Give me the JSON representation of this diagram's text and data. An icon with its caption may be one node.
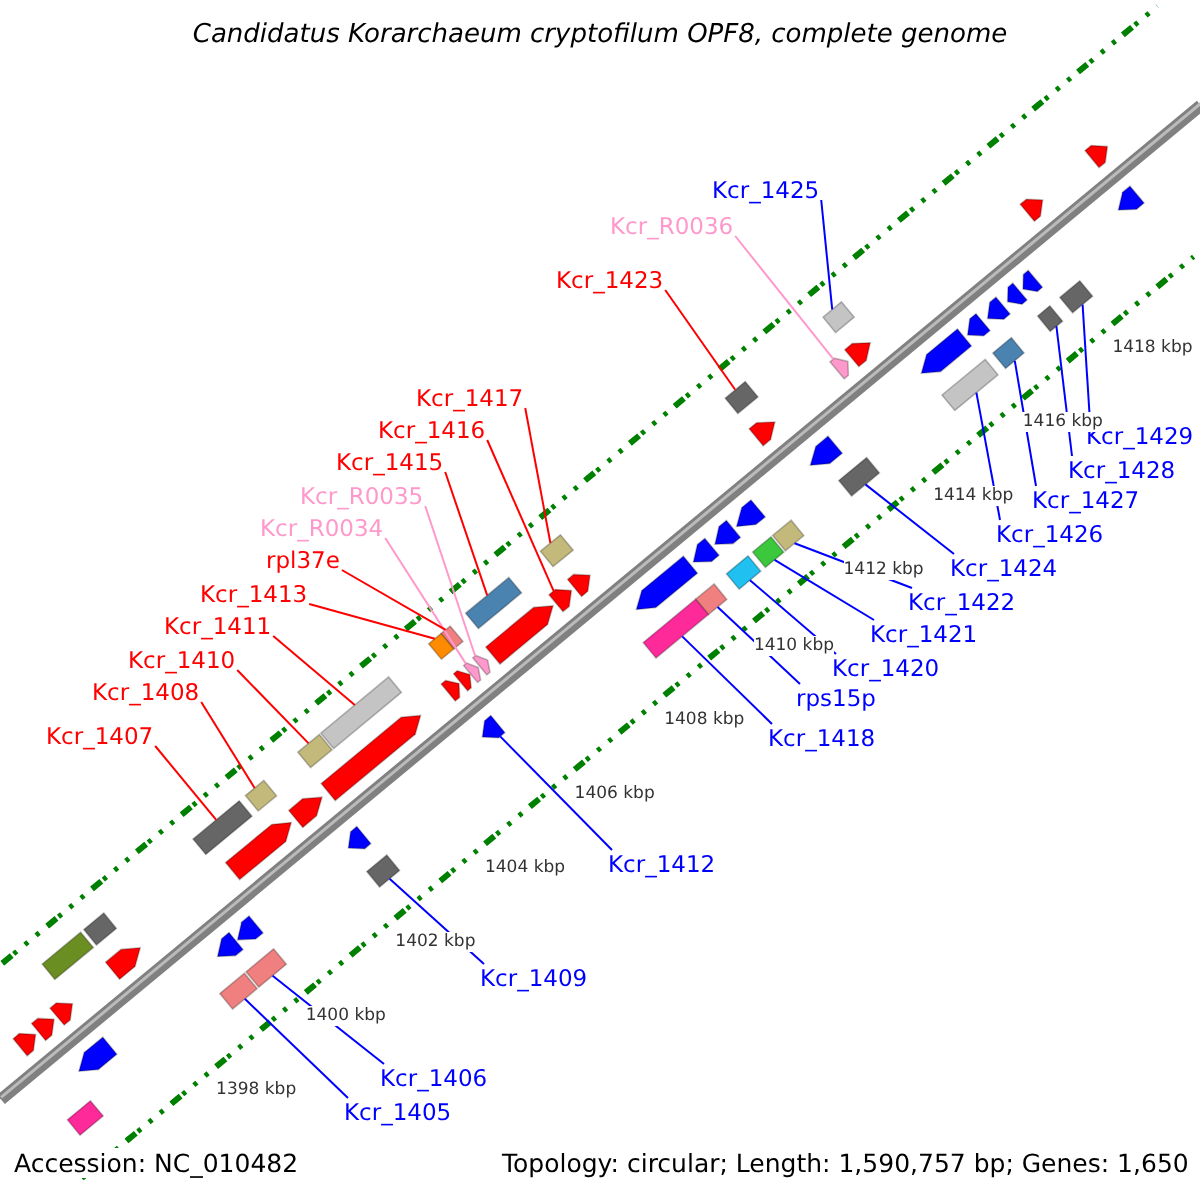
{
  "diagram": {
    "title": "Candidatus Korarchaeum cryptofilum OPF8, complete genome",
    "nodes": [
      {
        "text": [
          "Kcr_1425"
        ]
      },
      {
        "text": [],
        "shape": "box"
      },
      {
        "text": [
          "Kcr_R0036"
        ]
      },
      {
        "text": [],
        "shape": "arrow"
      },
      {
        "text": [
          "Kcr_1423"
        ]
      },
      {
        "text": [],
        "shape": "box"
      },
      {
        "text": [
          "Kcr_1417"
        ]
      },
      {
        "text": [],
        "shape": "box"
      },
      {
        "text": [
          "Kcr_1416"
        ]
      },
      {
        "text": [],
        "shape": "arrow"
      },
      {
        "text": [
          "Kcr_1429"
        ]
      },
      {
        "text": [],
        "shape": "box"
      },
      {
        "text": [
          "Kcr_1415"
        ]
      },
      {
        "text": [],
        "shape": "box"
      },
      {
        "text": [
          "Kcr_1428"
        ]
      },
      {
        "text": [],
        "shape": "box"
      },
      {
        "text": [
          "Kcr_R0035"
        ]
      },
      {
        "text": [],
        "shape": "arrow"
      },
      {
        "text": [
          "Kcr_1427"
        ]
      },
      {
        "text": [],
        "shape": "box"
      },
      {
        "text": [
          "Kcr_R0034"
        ]
      },
      {
        "text": [],
        "shape": "arrow"
      },
      {
        "text": [
          "Kcr_1426"
        ]
      },
      {
        "text": [],
        "shape": "box"
      },
      {
        "text": [
          "rpl37e"
        ]
      },
      {
        "text": [],
        "shape": "box"
      },
      {
        "text": [
          "Kcr_1424"
        ]
      },
      {
        "text": [],
        "shape": "box"
      },
      {
        "text": [
          "Kcr_1413"
        ]
      },
      {
        "text": [],
        "shape": "box"
      },
      {
        "text": [
          "Kcr_1422"
        ]
      },
      {
        "text": [],
        "shape": "box"
      },
      {
        "text": [
          "Kcr_1411"
        ]
      },
      {
        "text": [],
        "shape": "box"
      },
      {
        "text": [
          "Kcr_1421"
        ]
      },
      {
        "text": [],
        "shape": "box"
      },
      {
        "text": [
          "Kcr_1410"
        ]
      },
      {
        "text": [],
        "shape": "box"
      },
      {
        "text": [
          "Kcr_1420"
        ]
      },
      {
        "text": [],
        "shape": "box"
      },
      {
        "text": [
          "Kcr_1408"
        ]
      },
      {
        "text": [],
        "shape": "box"
      },
      {
        "text": [
          "rps15p"
        ]
      },
      {
        "text": [],
        "shape": "box"
      },
      {
        "text": [
          "Kcr_1418"
        ]
      },
      {
        "text": [],
        "shape": "box"
      },
      {
        "text": [
          "Kcr_1407"
        ]
      },
      {
        "text": [],
        "shape": "box"
      },
      {
        "text": [
          "Kcr_1412"
        ]
      },
      {
        "text": [],
        "shape": "arrow"
      },
      {
        "text": [
          "Kcr_1409"
        ]
      },
      {
        "text": [],
        "shape": "box"
      },
      {
        "text": [
          "Kcr_1406"
        ]
      },
      {
        "text": [],
        "shape": "box"
      },
      {
        "text": [
          "Kcr_1405"
        ]
      },
      {
        "text": [],
        "shape": "box"
      },
      {
        "text": [],
        "shape": "arrow"
      },
      {
        "text": [],
        "shape": "arrow"
      },
      {
        "text": [],
        "shape": "arrow"
      },
      {
        "text": [],
        "shape": "arrow"
      },
      {
        "text": [],
        "shape": "arrow"
      },
      {
        "text": [],
        "shape": "arrow"
      },
      {
        "text": [],
        "shape": "arrow"
      },
      {
        "text": [],
        "shape": "arrow"
      },
      {
        "text": [],
        "shape": "arrow"
      },
      {
        "text": [],
        "shape": "arrow"
      },
      {
        "text": [],
        "shape": "arrow"
      },
      {
        "text": [],
        "shape": "arrow"
      },
      {
        "text": [],
        "shape": "arrow"
      },
      {
        "text": [],
        "shape": "arrow"
      },
      {
        "text": [],
        "shape": "arrow"
      },
      {
        "text": [],
        "shape": "box"
      },
      {
        "text": [],
        "shape": "box"
      },
      {
        "text": [],
        "shape": "arrow"
      },
      {
        "text": [],
        "shape": "arrow"
      },
      {
        "text": [],
        "shape": "arrow"
      },
      {
        "text": [],
        "shape": "arrow"
      },
      {
        "text": [],
        "shape": "arrow"
      },
      {
        "text": [],
        "shape": "arrow"
      },
      {
        "text": [],
        "shape": "arrow"
      },
      {
        "text": [],
        "shape": "arrow"
      },
      {
        "text": [],
        "shape": "arrow"
      },
      {
        "text": [],
        "shape": "arrow"
      },
      {
        "text": [],
        "shape": "arrow"
      },
      {
        "text": [],
        "shape": "arrow"
      },
      {
        "text": [],
        "shape": "arrow"
      },
      {
        "text": [],
        "shape": "arrow"
      },
      {
        "text": [],
        "shape": "arrow"
      },
      {
        "text": [],
        "shape": "box"
      }
    ],
    "edges": [
      {
        "from": 0,
        "to": 1,
        "arrow": "none"
      },
      {
        "from": 2,
        "to": 3,
        "arrow": "none",
        "color": "#ff99cc"
      },
      {
        "from": 4,
        "to": 5,
        "arrow": "none",
        "color": "#ff0000"
      },
      {
        "from": 6,
        "to": 7,
        "arrow": "none",
        "color": "#ff0000"
      },
      {
        "from": 8,
        "to": 9,
        "arrow": "none",
        "color": "#ff0000"
      },
      {
        "from": 10,
        "to": 11,
        "arrow": "none"
      },
      {
        "from": 12,
        "to": 13,
        "arrow": "none",
        "color": "#ff0000"
      },
      {
        "from": 14,
        "to": 15,
        "arrow": "none"
      },
      {
        "from": 16,
        "to": 17,
        "arrow": "none",
        "color": "#ff99cc"
      },
      {
        "from": 18,
        "to": 19,
        "arrow": "none"
      },
      {
        "from": 20,
        "to": 21,
        "arrow": "none",
        "color": "#ff99cc"
      },
      {
        "from": 22,
        "to": 23,
        "arrow": "none"
      },
      {
        "from": 24,
        "to": 25,
        "arrow": "none",
        "color": "#ff0000"
      },
      {
        "from": 26,
        "to": 27,
        "arrow": "none"
      },
      {
        "from": 28,
        "to": 29,
        "arrow": "none",
        "color": "#ff0000"
      },
      {
        "from": 30,
        "to": 31,
        "arrow": "none"
      },
      {
        "from": 32,
        "to": 33,
        "arrow": "none",
        "color": "#ff0000"
      },
      {
        "from": 34,
        "to": 35,
        "arrow": "none"
      },
      {
        "from": 36,
        "to": 37,
        "arrow": "none",
        "color": "#ff0000"
      },
      {
        "from": 38,
        "to": 39,
        "arrow": "none"
      },
      {
        "from": 40,
        "to": 41,
        "arrow": "none",
        "color": "#ff0000"
      },
      {
        "from": 42,
        "to": 43,
        "arrow": "none"
      },
      {
        "from": 44,
        "to": 45,
        "arrow": "none"
      },
      {
        "from": 46,
        "to": 47,
        "arrow": "none",
        "color": "#ff0000"
      },
      {
        "from": 48,
        "to": 49,
        "arrow": "none"
      },
      {
        "from": 50,
        "to": 51,
        "arrow": "none"
      },
      {
        "from": 52,
        "to": 53,
        "arrow": "none"
      },
      {
        "from": 54,
        "to": 55,
        "arrow": "none"
      }
    ],
    "labels": [
      "1418 kbp",
      "1416 kbp",
      "1414 kbp",
      "1412 kbp",
      "1410 kbp",
      "1408 kbp",
      "1406 kbp",
      "1404 kbp",
      "1402 kbp",
      "1400 kbp",
      "1398 kbp",
      "Accession: NC_010482",
      "Topology: circular; Length: 1,590,757 bp; Genes: 1,650"
    ]
  }
}
